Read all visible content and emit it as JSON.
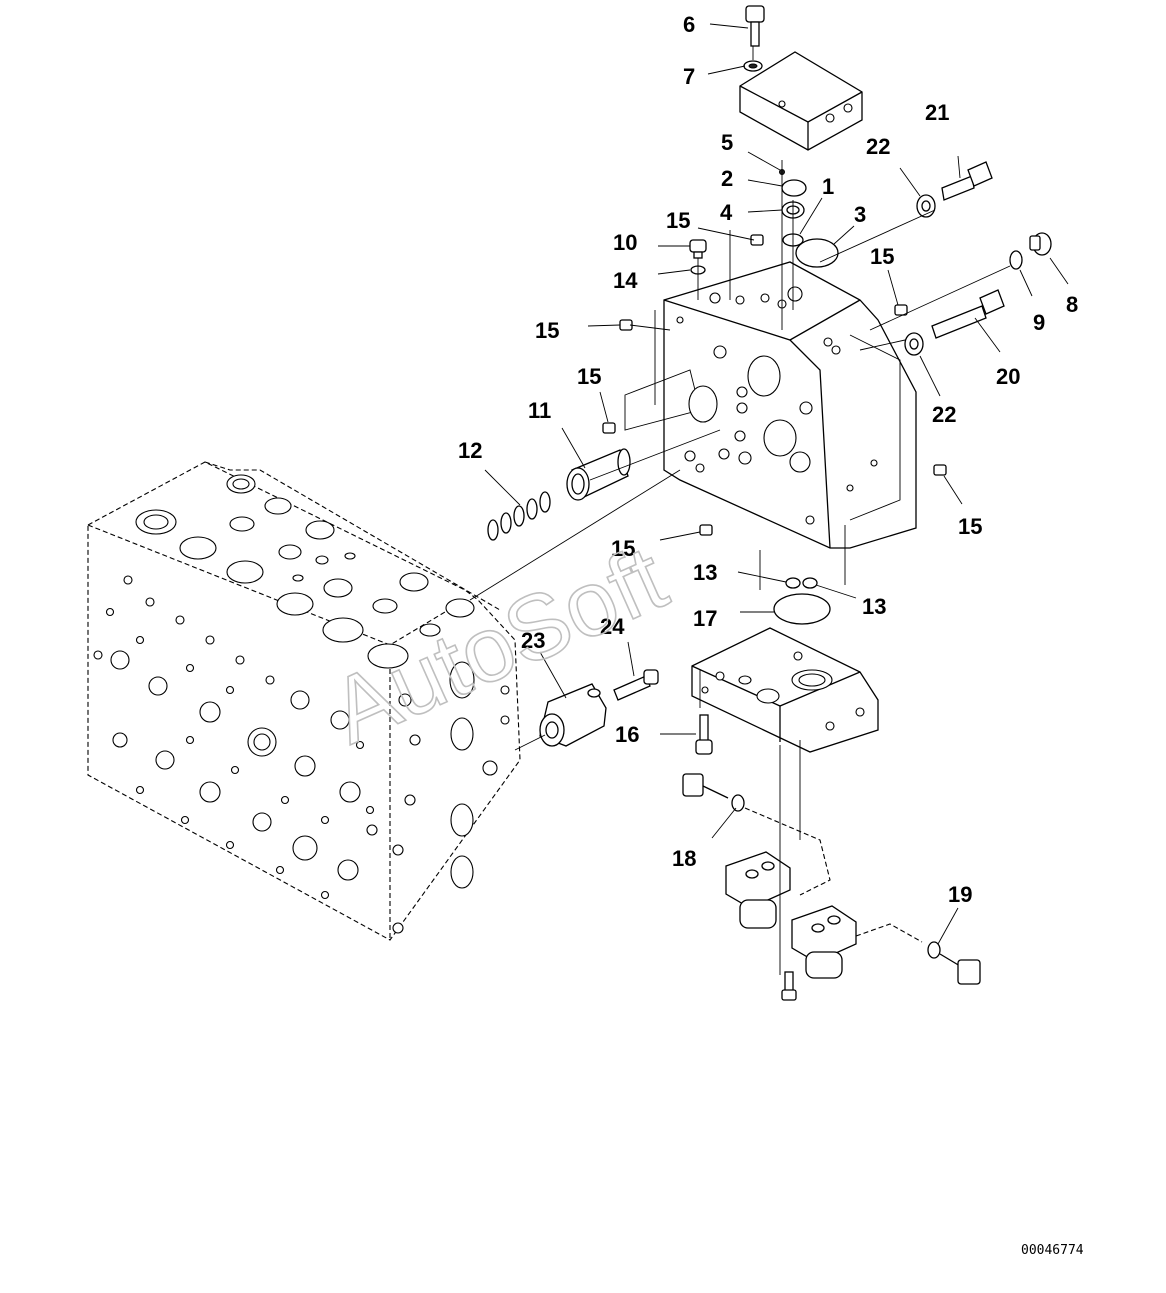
{
  "callouts": {
    "c1": "1",
    "c2": "2",
    "c3": "3",
    "c4": "4",
    "c5": "5",
    "c6": "6",
    "c7": "7",
    "c8": "8",
    "c9": "9",
    "c10": "10",
    "c11": "11",
    "c12": "12",
    "c13a": "13",
    "c13b": "13",
    "c14": "14",
    "c15a": "15",
    "c15b": "15",
    "c15c": "15",
    "c15d": "15",
    "c15e": "15",
    "c15f": "15",
    "c16": "16",
    "c17": "17",
    "c18": "18",
    "c19": "19",
    "c20": "20",
    "c21": "21",
    "c22a": "22",
    "c22b": "22",
    "c23": "23",
    "c24": "24"
  },
  "drawing_number": "00046774",
  "watermark": "AutoSoft"
}
